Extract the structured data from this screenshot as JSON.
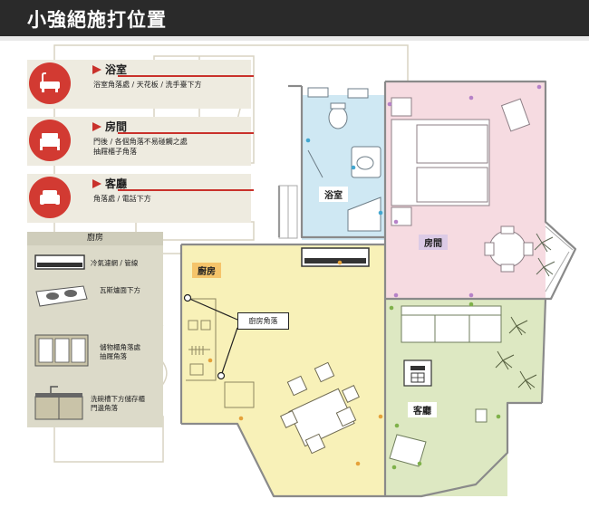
{
  "title": "小強絕施打位置",
  "colors": {
    "accent_red": "#c9312b",
    "bathroom": "#cfe8f3",
    "bedroom": "#f6dbe1",
    "living": "#dde8c2",
    "kitchen": "#f8f1b8",
    "panel": "#eeebe0",
    "kitchen_panel": "#dcdac9"
  },
  "legend": [
    {
      "icon": "bathtub-icon",
      "title": "浴室",
      "desc": [
        "浴室角落處 / 天花板 / 洗手臺下方"
      ]
    },
    {
      "icon": "bed-icon",
      "title": "房間",
      "desc": [
        "門後 / 各個角落不易碰觸之處",
        "抽屜櫃子角落"
      ]
    },
    {
      "icon": "sofa-icon",
      "title": "客廳",
      "desc": [
        "角落處 / 電話下方"
      ]
    }
  ],
  "kitchen_panel": {
    "title": "廚房",
    "items": [
      {
        "icon": "air-conditioner-icon",
        "text": [
          "冷氣濾網 / 管線"
        ]
      },
      {
        "icon": "gas-stove-icon",
        "text": [
          "瓦斯爐面下方"
        ]
      },
      {
        "icon": "cabinet-icon",
        "text": [
          "儲物櫃角落處",
          "抽屜角落"
        ]
      },
      {
        "icon": "sink-cabinet-icon",
        "text": [
          "洗碗槽下方儲存櫃",
          "門邊角落"
        ]
      }
    ]
  },
  "rooms": {
    "bathroom": "浴室",
    "bedroom": "房間",
    "living": "客廳",
    "kitchen": "廚房"
  },
  "callout": "廚房角落"
}
